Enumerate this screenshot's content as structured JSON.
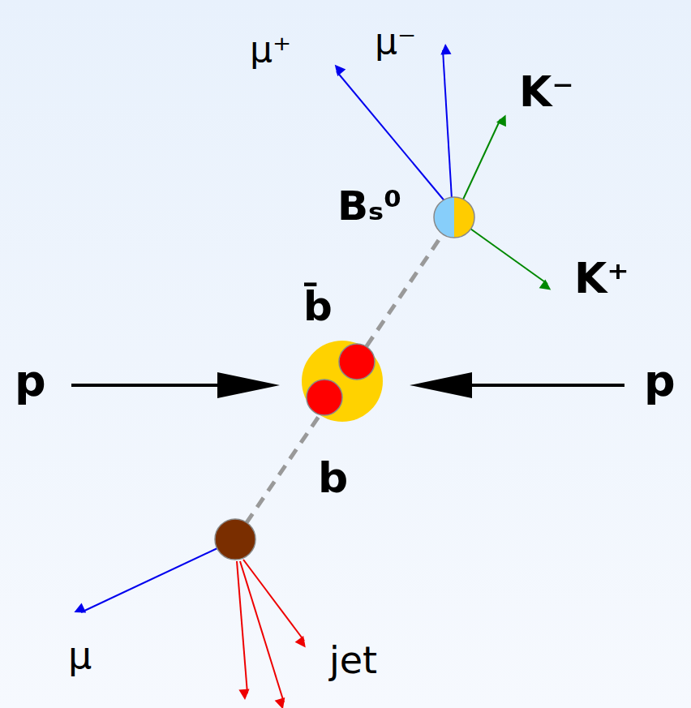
{
  "diagram": {
    "labels": [
      "μ⁺",
      "μ⁻",
      "K⁻",
      "Bₛ⁰",
      "K⁺",
      "b̄",
      "p",
      "p",
      "b",
      "μ",
      "jet"
    ]
  }
}
